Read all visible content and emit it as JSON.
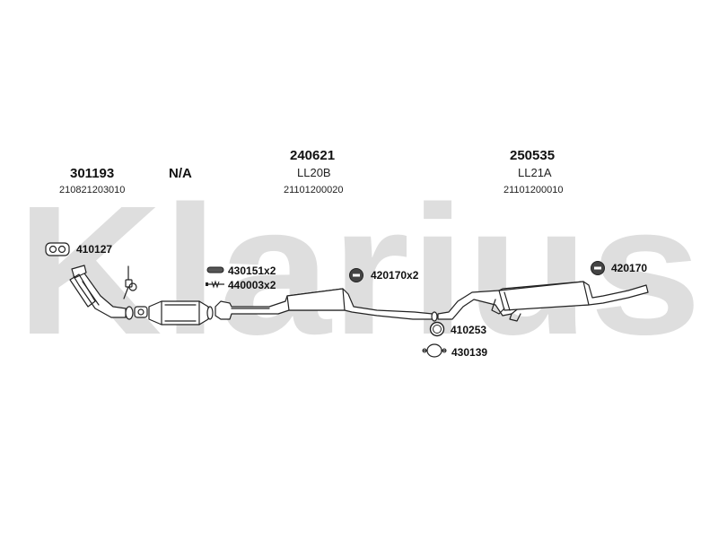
{
  "watermark": {
    "text": "Klarius"
  },
  "headers": [
    {
      "main": "301193",
      "sub": "",
      "code": "210821203010"
    },
    {
      "main": "N/A",
      "sub": "",
      "code": ""
    },
    {
      "main": "240621",
      "sub": "LL20B",
      "code": "21101200020"
    },
    {
      "main": "250535",
      "sub": "LL21A",
      "code": "21101200010"
    }
  ],
  "parts": [
    {
      "code": "410127",
      "icon": "gasket-double-ring-icon"
    },
    {
      "code": "430151x2",
      "icon": "rubber-hanger-icon"
    },
    {
      "code": "440003x2",
      "icon": "bolt-spring-icon"
    },
    {
      "code": "420170x2",
      "icon": "rubber-mount-ring-icon"
    },
    {
      "code": "420170",
      "icon": "rubber-mount-ring-icon"
    },
    {
      "code": "410253",
      "icon": "ring-gasket-icon"
    },
    {
      "code": "430139",
      "icon": "pipe-clamp-icon"
    }
  ]
}
